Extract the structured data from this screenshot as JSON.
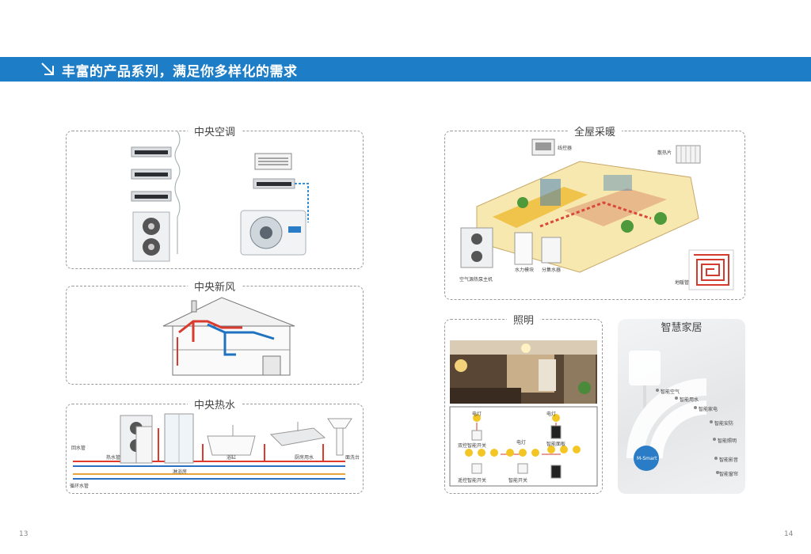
{
  "header": {
    "title": "丰富的产品系列，满足你多样化的需求"
  },
  "sections": {
    "central_ac": {
      "label": "中央空调"
    },
    "fresh_air": {
      "label": "中央新风"
    },
    "hot_water": {
      "label": "中央热水",
      "labels": {
        "cold_in": "回水管",
        "hot_pipe": "热水管",
        "return": "循环水管",
        "shower": "淋浴房",
        "bath": "浴缸",
        "sink": "厨房用水",
        "basin": "面洗台"
      }
    },
    "floor_heating": {
      "label": "全屋采暖",
      "labels": {
        "controller": "线控器",
        "radiator": "散热片",
        "heat_pump": "空气源热泵主机",
        "hydro": "水力模块",
        "mixer": "分集水器",
        "floor": "地暖管"
      }
    },
    "lighting": {
      "label": "照明",
      "labels": {
        "lamp1": "电灯",
        "lamp2": "电灯",
        "lamp3": "电灯",
        "sw1": "双控智能开关",
        "sw2": "智能面板",
        "sw3": "遥控智能开关",
        "sw4": "智能开关"
      }
    },
    "smart_home": {
      "label": "智慧家居",
      "badge": "M-Smart",
      "items": [
        "智能空气",
        "智能用水",
        "智能家电",
        "智能安防",
        "智能照明",
        "智能影音",
        "智能窗帘"
      ]
    }
  },
  "page_numbers": {
    "left": "13",
    "right": "14"
  }
}
